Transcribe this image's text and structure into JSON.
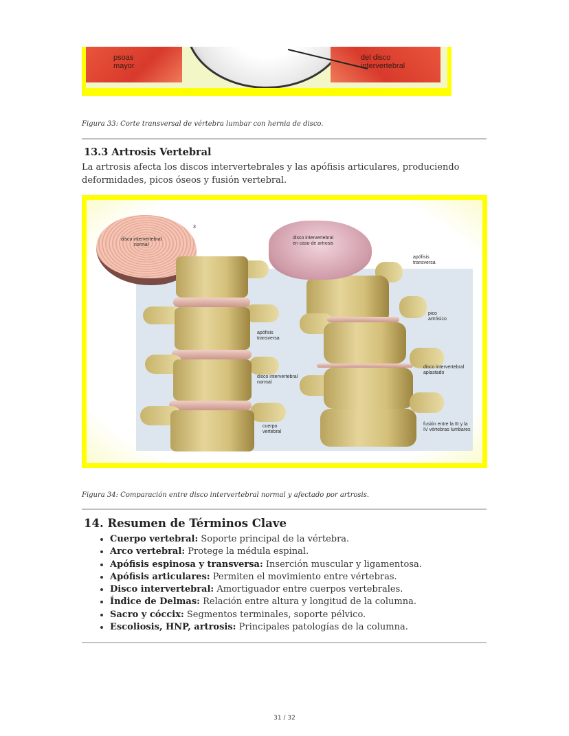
{
  "figure33": {
    "image_labels": {
      "left": [
        "psoas",
        "mayor"
      ],
      "right": [
        "del disco",
        "intervertebral"
      ]
    },
    "caption": "Figura 33: Corte transversal de vértebra lumbar con hernia de disco."
  },
  "section_13_3": {
    "heading": "13.3 Artrosis Vertebral",
    "paragraph": "La artrosis afecta los discos intervertebrales y las apófisis articulares, produciendo deformidades, picos óseos y fusión vertebral."
  },
  "figure34": {
    "image_labels": {
      "number": "3",
      "disc_normal": [
        "disco intervertebral",
        "normal"
      ],
      "apofisis_left": [
        "apófisis",
        "transversa"
      ],
      "disco_left": [
        "disco intervertebral",
        "normal"
      ],
      "cuerpo": [
        "cuerpo",
        "vertebral"
      ],
      "disc_artrosis": [
        "disco intervertebral",
        "en caso de artrosis"
      ],
      "apofisis_right": [
        "apófisis",
        "transversa"
      ],
      "pico": [
        "pico",
        "artrósico"
      ],
      "aplastado": [
        "disco intervertebral",
        "aplastado"
      ],
      "fusion": [
        "fusión entre la III y la",
        "IV vértebras lumbares"
      ]
    },
    "caption": "Figura 34: Comparación entre disco intervertebral normal y afectado por artrosis."
  },
  "section_14": {
    "heading": "14. Resumen de Términos Clave",
    "items": [
      {
        "term": "Cuerpo vertebral:",
        "desc": " Soporte principal de la vértebra."
      },
      {
        "term": "Arco vertebral:",
        "desc": " Protege la médula espinal."
      },
      {
        "term": "Apófisis espinosa y transversa:",
        "desc": " Inserción muscular y ligamentosa."
      },
      {
        "term": "Apófisis articulares:",
        "desc": " Permiten el movimiento entre vértebras."
      },
      {
        "term": "Disco intervertebral:",
        "desc": " Amortiguador entre cuerpos vertebrales."
      },
      {
        "term": "Índice de Delmas:",
        "desc": " Relación entre altura y longitud de la columna."
      },
      {
        "term": "Sacro y cóccix:",
        "desc": " Segmentos terminales, soporte pélvico."
      },
      {
        "term": "Escoliosis, HNP, artrosis:",
        "desc": " Principales patologías de la columna."
      }
    ]
  },
  "footer": {
    "page_number": "31 / 32"
  },
  "colors": {
    "figure_border": "#ffff00",
    "rule": "#c0c0c0",
    "text": "#333333"
  }
}
